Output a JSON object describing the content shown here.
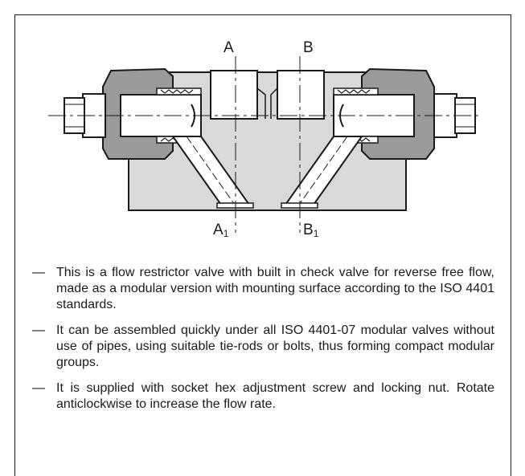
{
  "labels": {
    "port_a": "A",
    "port_b": "B",
    "port_a1": "A",
    "port_a1_sub": "1",
    "port_b1": "B",
    "port_b1_sub": "1"
  },
  "description": [
    "This is a flow restrictor valve with built in check valve for reverse free flow, made as a modular version with mounting surface according to the ISO 4401 standards.",
    "It can be assembled quickly under all ISO 4401-07 modular valves without use of pipes, using suitable tie-rods or bolts, thus forming compact modular groups.",
    "It is supplied with socket hex adjustment screw and locking nut. Rotate anticlockwise to increase the flow rate."
  ],
  "colors": {
    "body_fill": "#d9d9d9",
    "housing_fill": "#9a9a9a",
    "line": "#1a1a1a"
  }
}
